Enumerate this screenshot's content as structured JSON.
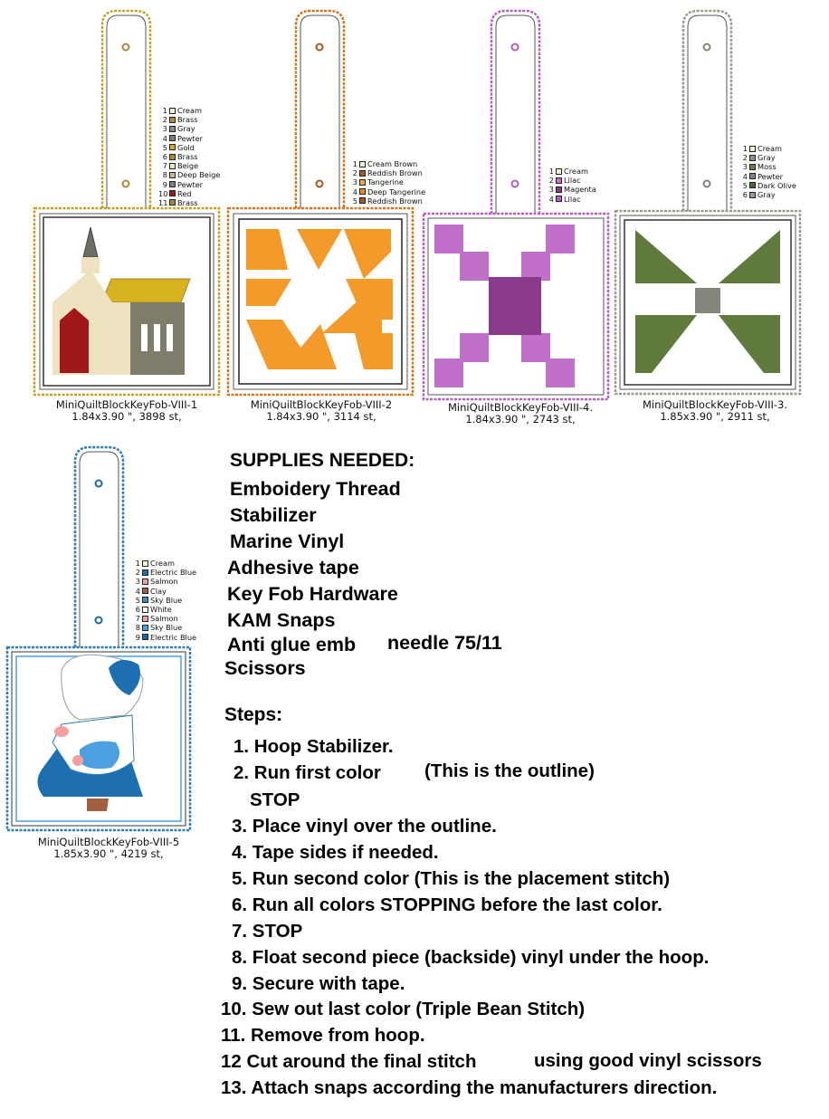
{
  "fobs": [
    {
      "name": "MiniQuiltBlockKeyFob-VIII-1",
      "size": "1.84x3.90 \", 3898 st,",
      "outline": "#c8a227",
      "legend": [
        [
          "1",
          "Cream",
          "#fbf3d2"
        ],
        [
          "2",
          "Brass",
          "#b08a3a"
        ],
        [
          "3",
          "Gray",
          "#8a8a8a"
        ],
        [
          "4",
          "Pewter",
          "#7d7d78"
        ],
        [
          "5",
          "Gold",
          "#d6a81e"
        ],
        [
          "6",
          "Brass",
          "#a98a3c"
        ],
        [
          "7",
          "Beige",
          "#efe2c0"
        ],
        [
          "8",
          "Deep Beige",
          "#cdb78a"
        ],
        [
          "9",
          "Pewter",
          "#808078"
        ],
        [
          "10",
          "Red",
          "#a01818"
        ],
        [
          "11",
          "Brass",
          "#a48436"
        ]
      ]
    },
    {
      "name": "MiniQuiltBlockKeyFob-VIII-2",
      "size": "1.84x3.90 \", 3114 st,",
      "outline": "#d9731a",
      "legend": [
        [
          "1",
          "Cream Brown",
          "#f6ecd8"
        ],
        [
          "2",
          "Reddish Brown",
          "#b2541c"
        ],
        [
          "3",
          "Tangerine",
          "#f4a23c"
        ],
        [
          "4",
          "Deep Tangerine",
          "#f08a1c"
        ],
        [
          "5",
          "Reddish Brown",
          "#b05020"
        ]
      ]
    },
    {
      "name": "MiniQuiltBlockKeyFob-VIII-4.",
      "size": "1.84x3.90 \", 2743 st,",
      "outline": "#b55fc0",
      "legend": [
        [
          "1",
          "Cream",
          "#fbf3d2"
        ],
        [
          "2",
          "Lilac",
          "#c070c8"
        ],
        [
          "3",
          "Magenta",
          "#8a3a8a"
        ],
        [
          "4",
          "Lilac",
          "#b060b8"
        ]
      ]
    },
    {
      "name": "MiniQuiltBlockKeyFob-VIII-3.",
      "size": "1.85x3.90 \", 2911 st,",
      "outline": "#9a9a8a",
      "legend": [
        [
          "1",
          "Cream",
          "#fbf3d2"
        ],
        [
          "2",
          "Gray",
          "#8f8f86"
        ],
        [
          "3",
          "Moss",
          "#6b7c4a"
        ],
        [
          "4",
          "Pewter",
          "#85857c"
        ],
        [
          "5",
          "Dark Olive",
          "#4c6a2c"
        ],
        [
          "6",
          "Gray",
          "#9a9a90"
        ]
      ]
    },
    {
      "name": "MiniQuiltBlockKeyFob-VIII-5",
      "size": "1.85x3.90 \", 4219 st,",
      "outline": "#2a7fb5",
      "legend": [
        [
          "1",
          "Cream",
          "#fbf3d2"
        ],
        [
          "2",
          "Electric Blue",
          "#1e6fb0"
        ],
        [
          "3",
          "Salmon",
          "#f4a0a0"
        ],
        [
          "4",
          "Clay",
          "#a06040"
        ],
        [
          "5",
          "Sky Blue",
          "#3a8fd0"
        ],
        [
          "6",
          "White",
          "#ffffff"
        ],
        [
          "7",
          "Salmon",
          "#f0a0a0"
        ],
        [
          "8",
          "Sky Blue",
          "#4aa0e0"
        ],
        [
          "9",
          "Electric Blue",
          "#1a68a8"
        ]
      ]
    }
  ],
  "supplies": {
    "heading": "SUPPLIES NEEDED:",
    "items": [
      "Emboidery Thread",
      "Stabilizer",
      "Marine Vinyl",
      "Adhesive tape",
      "Key Fob Hardware",
      "KAM Snaps",
      "Anti glue emb",
      "Scissors"
    ],
    "needle": "needle 75/11"
  },
  "steps": {
    "heading": "Steps:",
    "items": [
      "1. Hoop Stabilizer.",
      "2. Run first color",
      "STOP",
      "3. Place vinyl over the outline.",
      "4. Tape sides if needed.",
      "5. Run second color (This is the placement stitch)",
      "6. Run all colors STOPPING before the last color.",
      "7. STOP",
      "8. Float second piece (backside) vinyl under the hoop.",
      "9. Secure with tape.",
      "10. Sew out last color (Triple Bean Stitch)",
      "11. Remove from hoop.",
      "12 Cut around the final stitch",
      "13. Attach snaps according the manufacturers direction."
    ],
    "step2_note": "(This is the outline)",
    "step12_note": "using good vinyl scissors"
  }
}
